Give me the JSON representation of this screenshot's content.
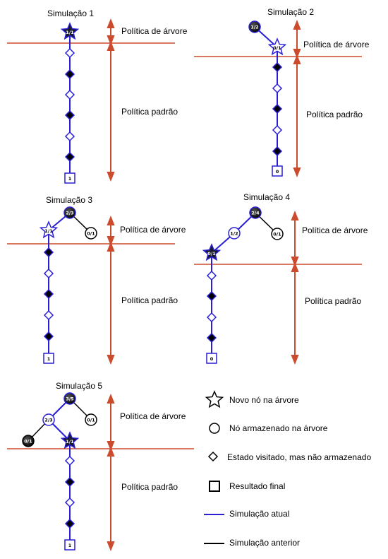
{
  "colors": {
    "current": "#2a1fd6",
    "previous": "#000000",
    "arrow": "#cc4b2d",
    "black_node": "#0a0a0a",
    "white_node": "#ffffff"
  },
  "simulations": [
    {
      "title": "Simulação 1",
      "top_label": "Política de árvore",
      "bottom_label": "Política padrão",
      "star_label": "1/1",
      "tree_nodes": [],
      "result": "1"
    },
    {
      "title": "Simulação 2",
      "top_label": "Política de árvore",
      "bottom_label": "Política padrão",
      "star_label": "0/1",
      "tree_nodes": [
        {
          "label": "1/2",
          "style": "black"
        }
      ],
      "result": "0"
    },
    {
      "title": "Simulação 3",
      "top_label": "Política de árvore",
      "bottom_label": "Política padrão",
      "star_label": "1/1",
      "tree_nodes": [
        {
          "label": "2/3",
          "style": "black"
        },
        {
          "label": "0/1",
          "style": "white"
        }
      ],
      "result": "1"
    },
    {
      "title": "Simulação 4",
      "top_label": "Política de árvore",
      "bottom_label": "Política padrão",
      "star_label": "0/1",
      "tree_nodes": [
        {
          "label": "2/4",
          "style": "black"
        },
        {
          "label": "1/2",
          "style": "white"
        },
        {
          "label": "0/1",
          "style": "white"
        }
      ],
      "result": "0"
    },
    {
      "title": "Simulação 5",
      "top_label": "Política de árvore",
      "bottom_label": "Política padrão",
      "star_label": "1/1",
      "tree_nodes": [
        {
          "label": "3/5",
          "style": "black"
        },
        {
          "label": "2/3",
          "style": "white"
        },
        {
          "label": "0/1",
          "style": "white"
        },
        {
          "label": "0/1",
          "style": "black"
        }
      ],
      "result": "1"
    }
  ],
  "legend": [
    {
      "icon": "star",
      "label": "Novo nó na árvore"
    },
    {
      "icon": "circle",
      "label": "Nó armazenado na árvore"
    },
    {
      "icon": "diamond",
      "label": "Estado visitado, mas não armazenado"
    },
    {
      "icon": "square",
      "label": "Resultado final"
    },
    {
      "icon": "blue-line",
      "label": "Simulação atual"
    },
    {
      "icon": "black-line",
      "label": "Simulação anterior"
    }
  ]
}
